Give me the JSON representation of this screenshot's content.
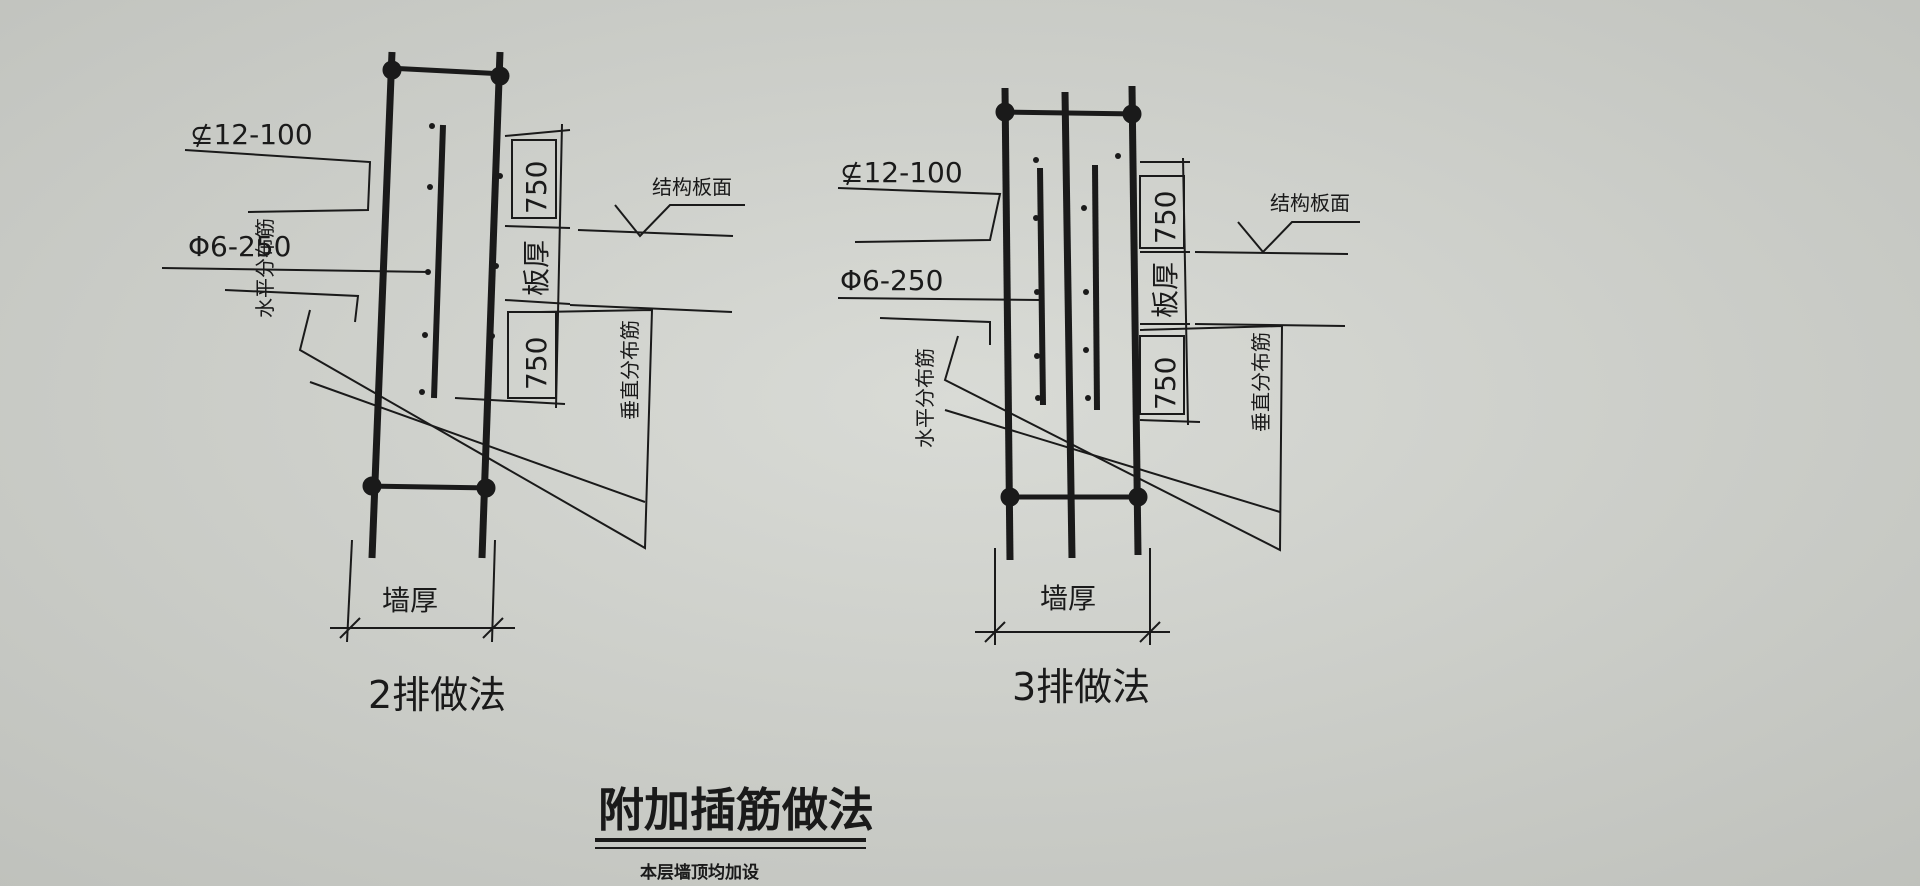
{
  "diagram": {
    "title": "附加插筋做法",
    "subtitle": "本层墙顶均加设",
    "detail_2row": {
      "caption": "2排做法",
      "rebar_main": "⊈12-100",
      "rebar_tie": "Φ6-250",
      "horizontal_dist": "水平分布筋",
      "vertical_dist": "垂直分布筋",
      "slab_surface": "结构板面",
      "dim_upper": "750",
      "dim_slab": "板厚",
      "dim_lower": "750",
      "wall_thickness": "墙厚"
    },
    "detail_3row": {
      "caption": "3排做法",
      "rebar_main": "⊈12-100",
      "rebar_tie": "Φ6-250",
      "horizontal_dist": "水平分布筋",
      "vertical_dist": "垂直分布筋",
      "slab_surface": "结构板面",
      "dim_upper": "750",
      "dim_slab": "板厚",
      "dim_lower": "750",
      "wall_thickness": "墙厚"
    }
  },
  "colors": {
    "paper": "#cfd1cc",
    "ink": "#1a1a1a"
  }
}
